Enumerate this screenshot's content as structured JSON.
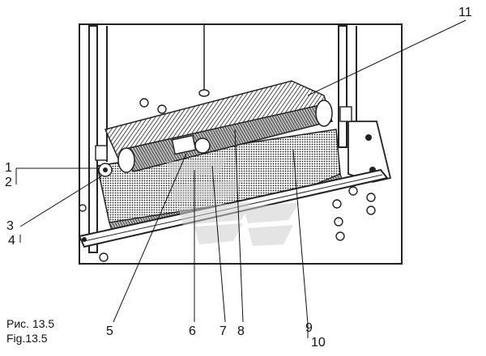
{
  "figure": {
    "callouts": {
      "n1": "1",
      "n2": "2",
      "n3": "3",
      "n4": "4",
      "n5": "5",
      "n6": "6",
      "n7": "7",
      "n8": "8",
      "n9": "9",
      "n10": "10",
      "n11": "11"
    },
    "caption_ru": "Рис. 13.5",
    "caption_en": "Fig.13.5"
  }
}
